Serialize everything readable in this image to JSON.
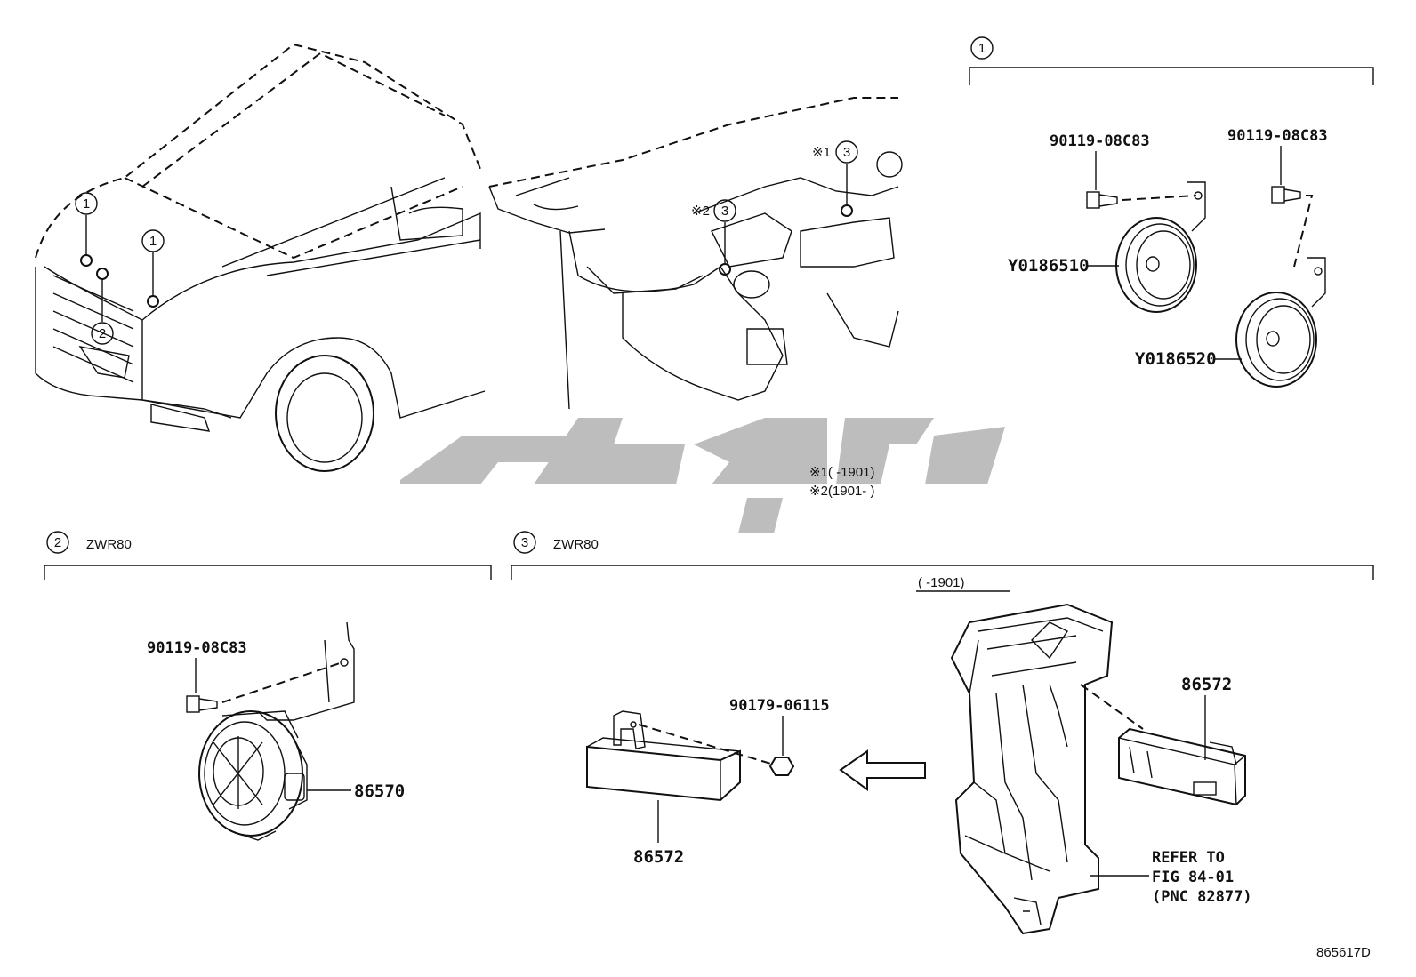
{
  "callouts": {
    "c1": "1",
    "c2": "2",
    "c3": "3"
  },
  "notes": {
    "note1": "※1(     -1901)",
    "note2": "※2(1901-     )",
    "mark1": "※1",
    "mark2": "※2"
  },
  "section1": {
    "number": "1",
    "bolt_a": "90119-08C83",
    "bolt_b": "90119-08C83",
    "horn_a": "Y0186510",
    "horn_b": "Y0186520"
  },
  "section2": {
    "number": "2",
    "model": "ZWR80",
    "bolt": "90119-08C83",
    "part": "86570"
  },
  "section3": {
    "number": "3",
    "model": "ZWR80",
    "date_range": "(     -1901)",
    "nut": "90179-06115",
    "module_left": "86572",
    "module_right": "86572",
    "refer_line1": "REFER TO",
    "refer_line2": "FIG 84-01",
    "refer_line3": "(PNC 82877)"
  },
  "figure_code": "865617D",
  "colors": {
    "ink": "#111111",
    "watermark": "#bdbdbd"
  }
}
